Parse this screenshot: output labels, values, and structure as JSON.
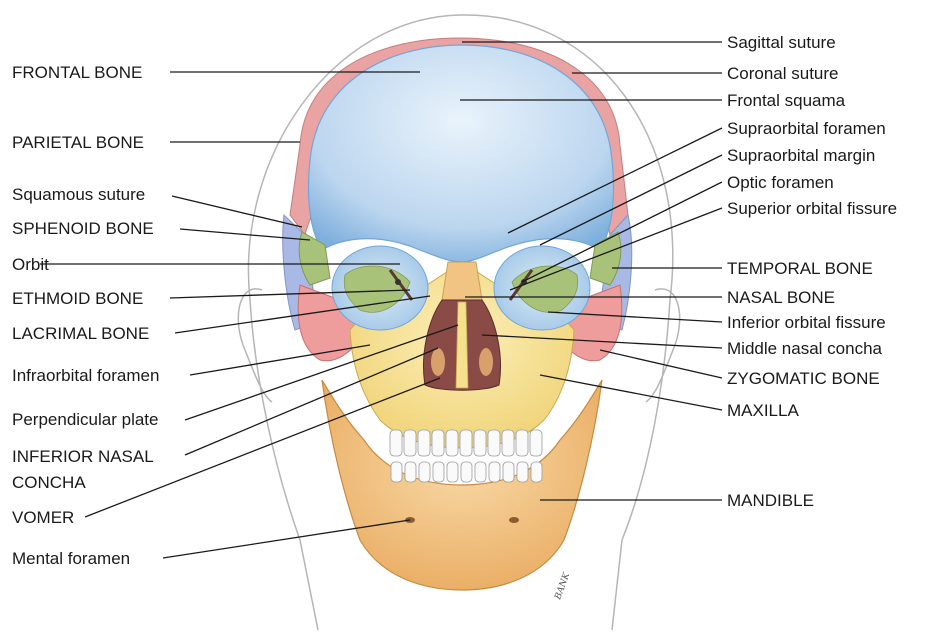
{
  "labels": {
    "frontal_bone": "FRONTAL BONE",
    "parietal_bone": "PARIETAL BONE",
    "squamous_suture": "Squamous suture",
    "sphenoid_bone": "SPHENOID BONE",
    "orbit": "Orbit",
    "ethmoid_bone": "ETHMOID BONE",
    "lacrimal_bone": "LACRIMAL BONE",
    "infraorbital_foramen": "Infraorbital foramen",
    "perpendicular_plate": "Perpendicular plate",
    "inferior_nasal_concha_1": "INFERIOR NASAL",
    "inferior_nasal_concha_2": "CONCHA",
    "vomer": "VOMER",
    "mental_foramen": "Mental foramen",
    "sagittal_suture": "Sagittal suture",
    "coronal_suture": "Coronal suture",
    "frontal_squama": "Frontal squama",
    "supraorbital_foramen": "Supraorbital foramen",
    "supraorbital_margin": "Supraorbital margin",
    "optic_foramen": "Optic foramen",
    "superior_orbital_fissure": "Superior orbital fissure",
    "temporal_bone": "TEMPORAL BONE",
    "nasal_bone": "NASAL BONE",
    "inferior_orbital_fissure": "Inferior orbital fissure",
    "middle_nasal_concha": "Middle nasal concha",
    "zygomatic_bone": "ZYGOMATIC BONE",
    "maxilla": "MAXILLA",
    "mandible": "MANDIBLE"
  },
  "signature": "BANK",
  "colors": {
    "frontal": "#cfe3f5",
    "frontal_edge": "#6fa6d8",
    "parietal": "#e9a3a3",
    "temporal": "#a9b9e6",
    "sphenoid": "#a9c27a",
    "zygomatic": "#ef9c9c",
    "maxilla": "#f5e08e",
    "mandible": "#f1c483",
    "nasal_cavity": "#8a4a45",
    "teeth": "#fafafa",
    "outline": "#8c8c8c",
    "head": "#b5b5b5"
  }
}
